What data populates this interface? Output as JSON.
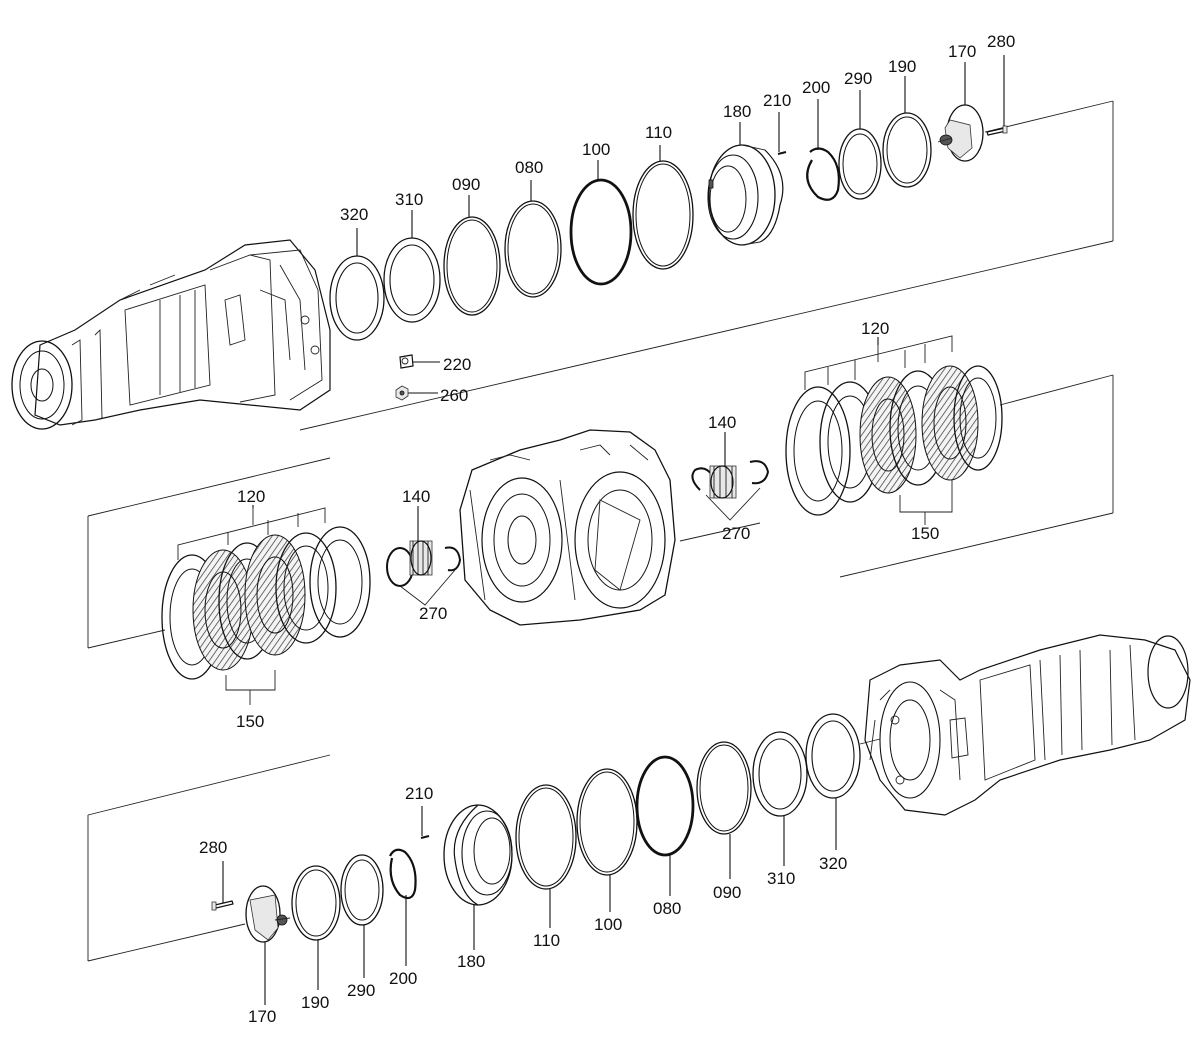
{
  "callouts": {
    "top": {
      "n320": "320",
      "n310": "310",
      "n090": "090",
      "n080": "080",
      "n100": "100",
      "n110": "110",
      "n180": "180",
      "n210": "210",
      "n200": "200",
      "n290": "290",
      "n190": "190",
      "n170": "170",
      "n280": "280",
      "n220": "220",
      "n260": "260"
    },
    "middle": {
      "n120a": "120",
      "n150a": "150",
      "n140a": "140",
      "n270a": "270",
      "n120b": "120",
      "n150b": "150",
      "n140b": "140",
      "n270b": "270"
    },
    "bottom": {
      "n280": "280",
      "n170": "170",
      "n190": "190",
      "n290": "290",
      "n200": "200",
      "n210": "210",
      "n180": "180",
      "n110": "110",
      "n100": "100",
      "n080": "080",
      "n090": "090",
      "n310": "310",
      "n320": "320"
    }
  }
}
